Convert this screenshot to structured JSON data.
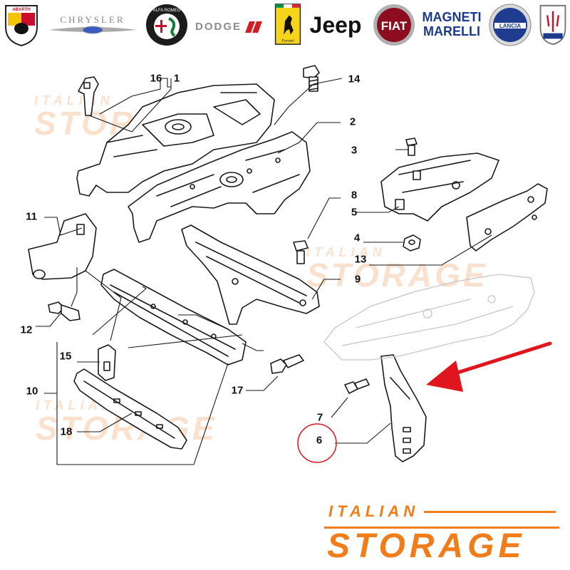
{
  "brands": [
    {
      "name": "abarth",
      "label": "ABARTH"
    },
    {
      "name": "chrysler",
      "label": "CHRYSLER"
    },
    {
      "name": "alfa-romeo",
      "label": "ALFA ROMEO"
    },
    {
      "name": "dodge",
      "label": "DODGE"
    },
    {
      "name": "ferrari",
      "label": "Ferrari"
    },
    {
      "name": "jeep",
      "label": "Jeep"
    },
    {
      "name": "fiat",
      "label": "FIAT"
    },
    {
      "name": "magneti-marelli",
      "label": "MAGNETI MARELLI"
    },
    {
      "name": "lancia",
      "label": "LANCIA"
    },
    {
      "name": "maserati",
      "label": "MASERATI"
    }
  ],
  "callouts": {
    "c1": "1",
    "c2": "2",
    "c3": "3",
    "c4": "4",
    "c5": "5",
    "c6": "6",
    "c7": "7",
    "c8": "8",
    "c9": "9",
    "c10": "10",
    "c11": "11",
    "c12": "12",
    "c13": "13",
    "c14": "14",
    "c15": "15",
    "c16": "16",
    "c17": "17",
    "c18": "18"
  },
  "watermark": {
    "top": "ITALIAN",
    "bottom": "STORAGE"
  },
  "footer": {
    "top": "ITALIAN",
    "bottom": "STORAGE"
  },
  "colors": {
    "accent": "#f07d1a",
    "highlight_red": "#e0161e",
    "line": "#1a1a1a"
  }
}
